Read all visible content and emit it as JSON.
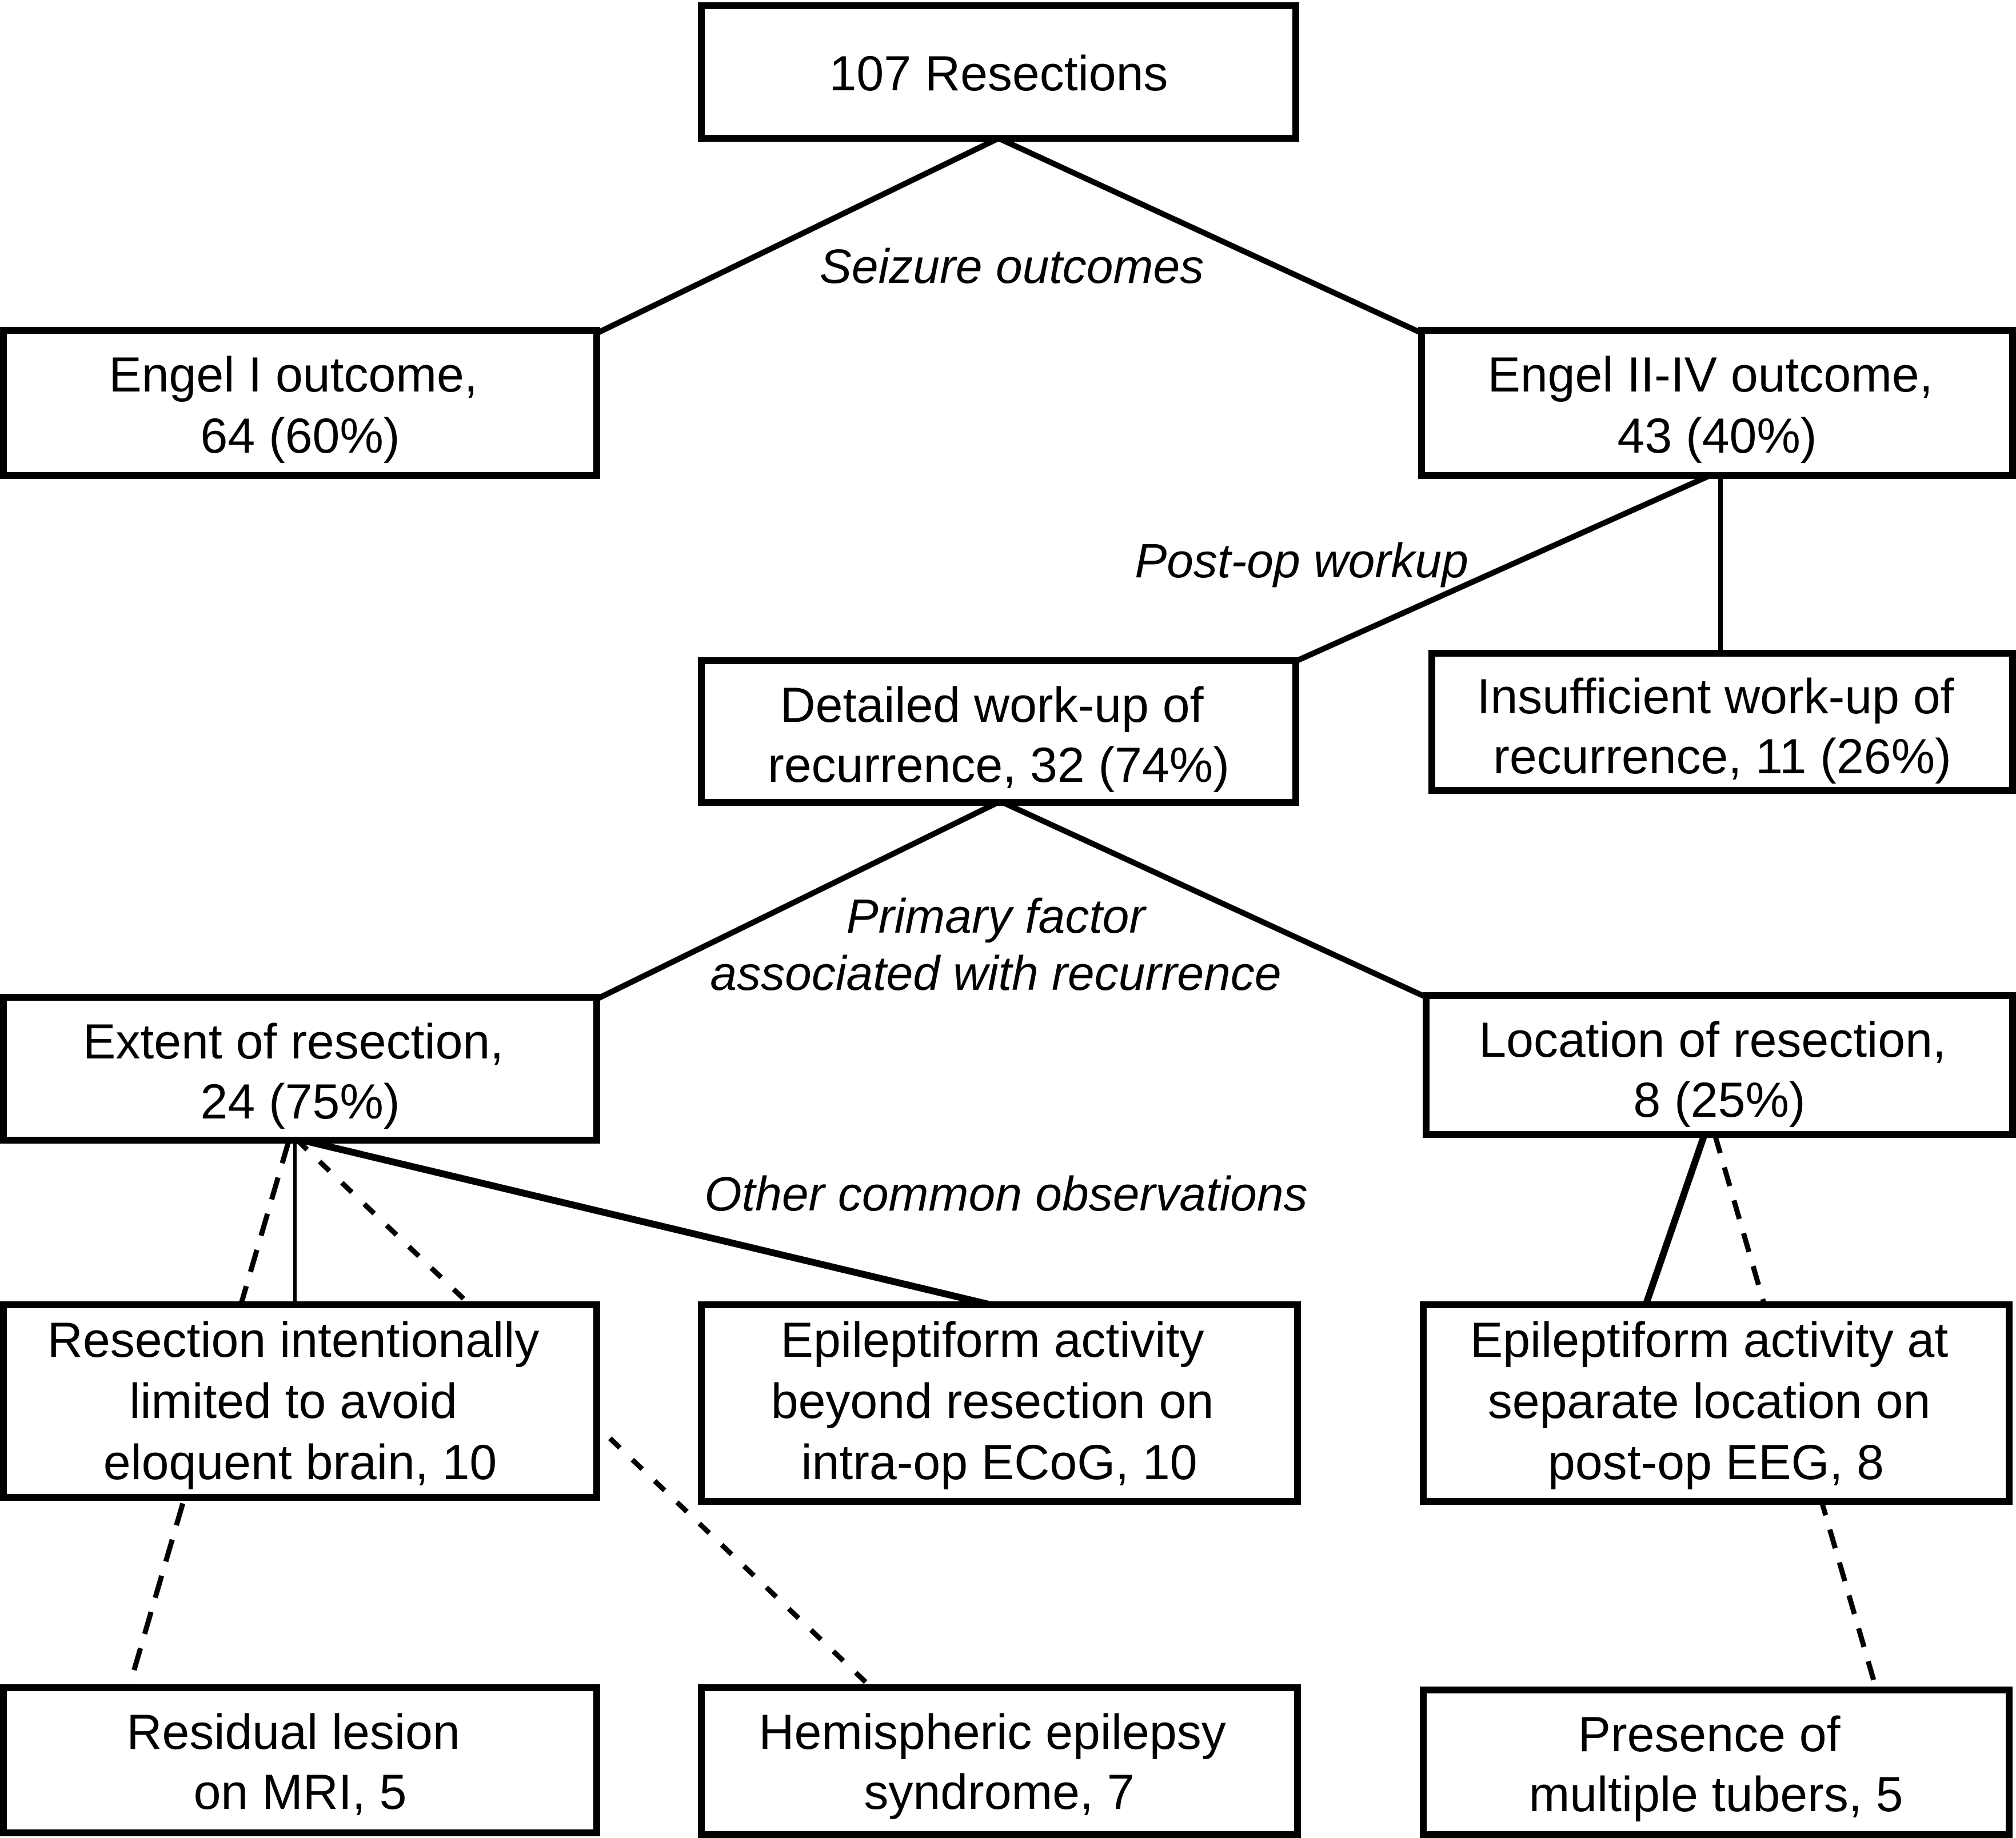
{
  "figure": {
    "description": "Flowchart of seizure outcomes after 107 resections",
    "background": "#ffffff",
    "line_color": "#000000",
    "text_color": "#000000",
    "box_fill": "#ffffff"
  },
  "nodes": {
    "resections": {
      "lines": [
        "107 Resections"
      ]
    },
    "engel_i": {
      "lines": [
        "Engel I outcome,",
        "64 (60%)"
      ]
    },
    "engel_ii_iv": {
      "lines": [
        "Engel II-IV outcome,",
        "43 (40%)"
      ]
    },
    "detailed_workup": {
      "lines": [
        "Detailed work-up of",
        "recurrence, 32 (74%)"
      ]
    },
    "insufficient_workup": {
      "lines": [
        "Insufficient work-up of",
        "recurrence, 11 (26%)"
      ]
    },
    "extent": {
      "lines": [
        "Extent of resection,",
        "24 (75%)"
      ]
    },
    "location": {
      "lines": [
        "Location of resection,",
        "8 (25%)"
      ]
    },
    "resection_limited": {
      "lines": [
        "Resection intentionally",
        "limited to avoid",
        "eloquent brain, 10"
      ]
    },
    "ecog": {
      "lines": [
        "Epileptiform activity",
        "beyond resection on",
        "intra-op ECoG, 10"
      ]
    },
    "eeg": {
      "lines": [
        "Epileptiform activity at",
        "separate location on",
        "post-op EEG, 8"
      ]
    },
    "residual": {
      "lines": [
        "Residual lesion",
        "on MRI, 5"
      ]
    },
    "hemispheric": {
      "lines": [
        "Hemispheric epilepsy",
        "syndrome, 7"
      ]
    },
    "tubers": {
      "lines": [
        "Presence of",
        "multiple tubers, 5"
      ]
    }
  },
  "edge_labels": {
    "seizure_outcomes": "Seizure outcomes",
    "post_op_workup": "Post-op workup",
    "primary_factor_line1": "Primary factor",
    "primary_factor_line2": "associated with recurrence",
    "other_observations": "Other common observations"
  }
}
